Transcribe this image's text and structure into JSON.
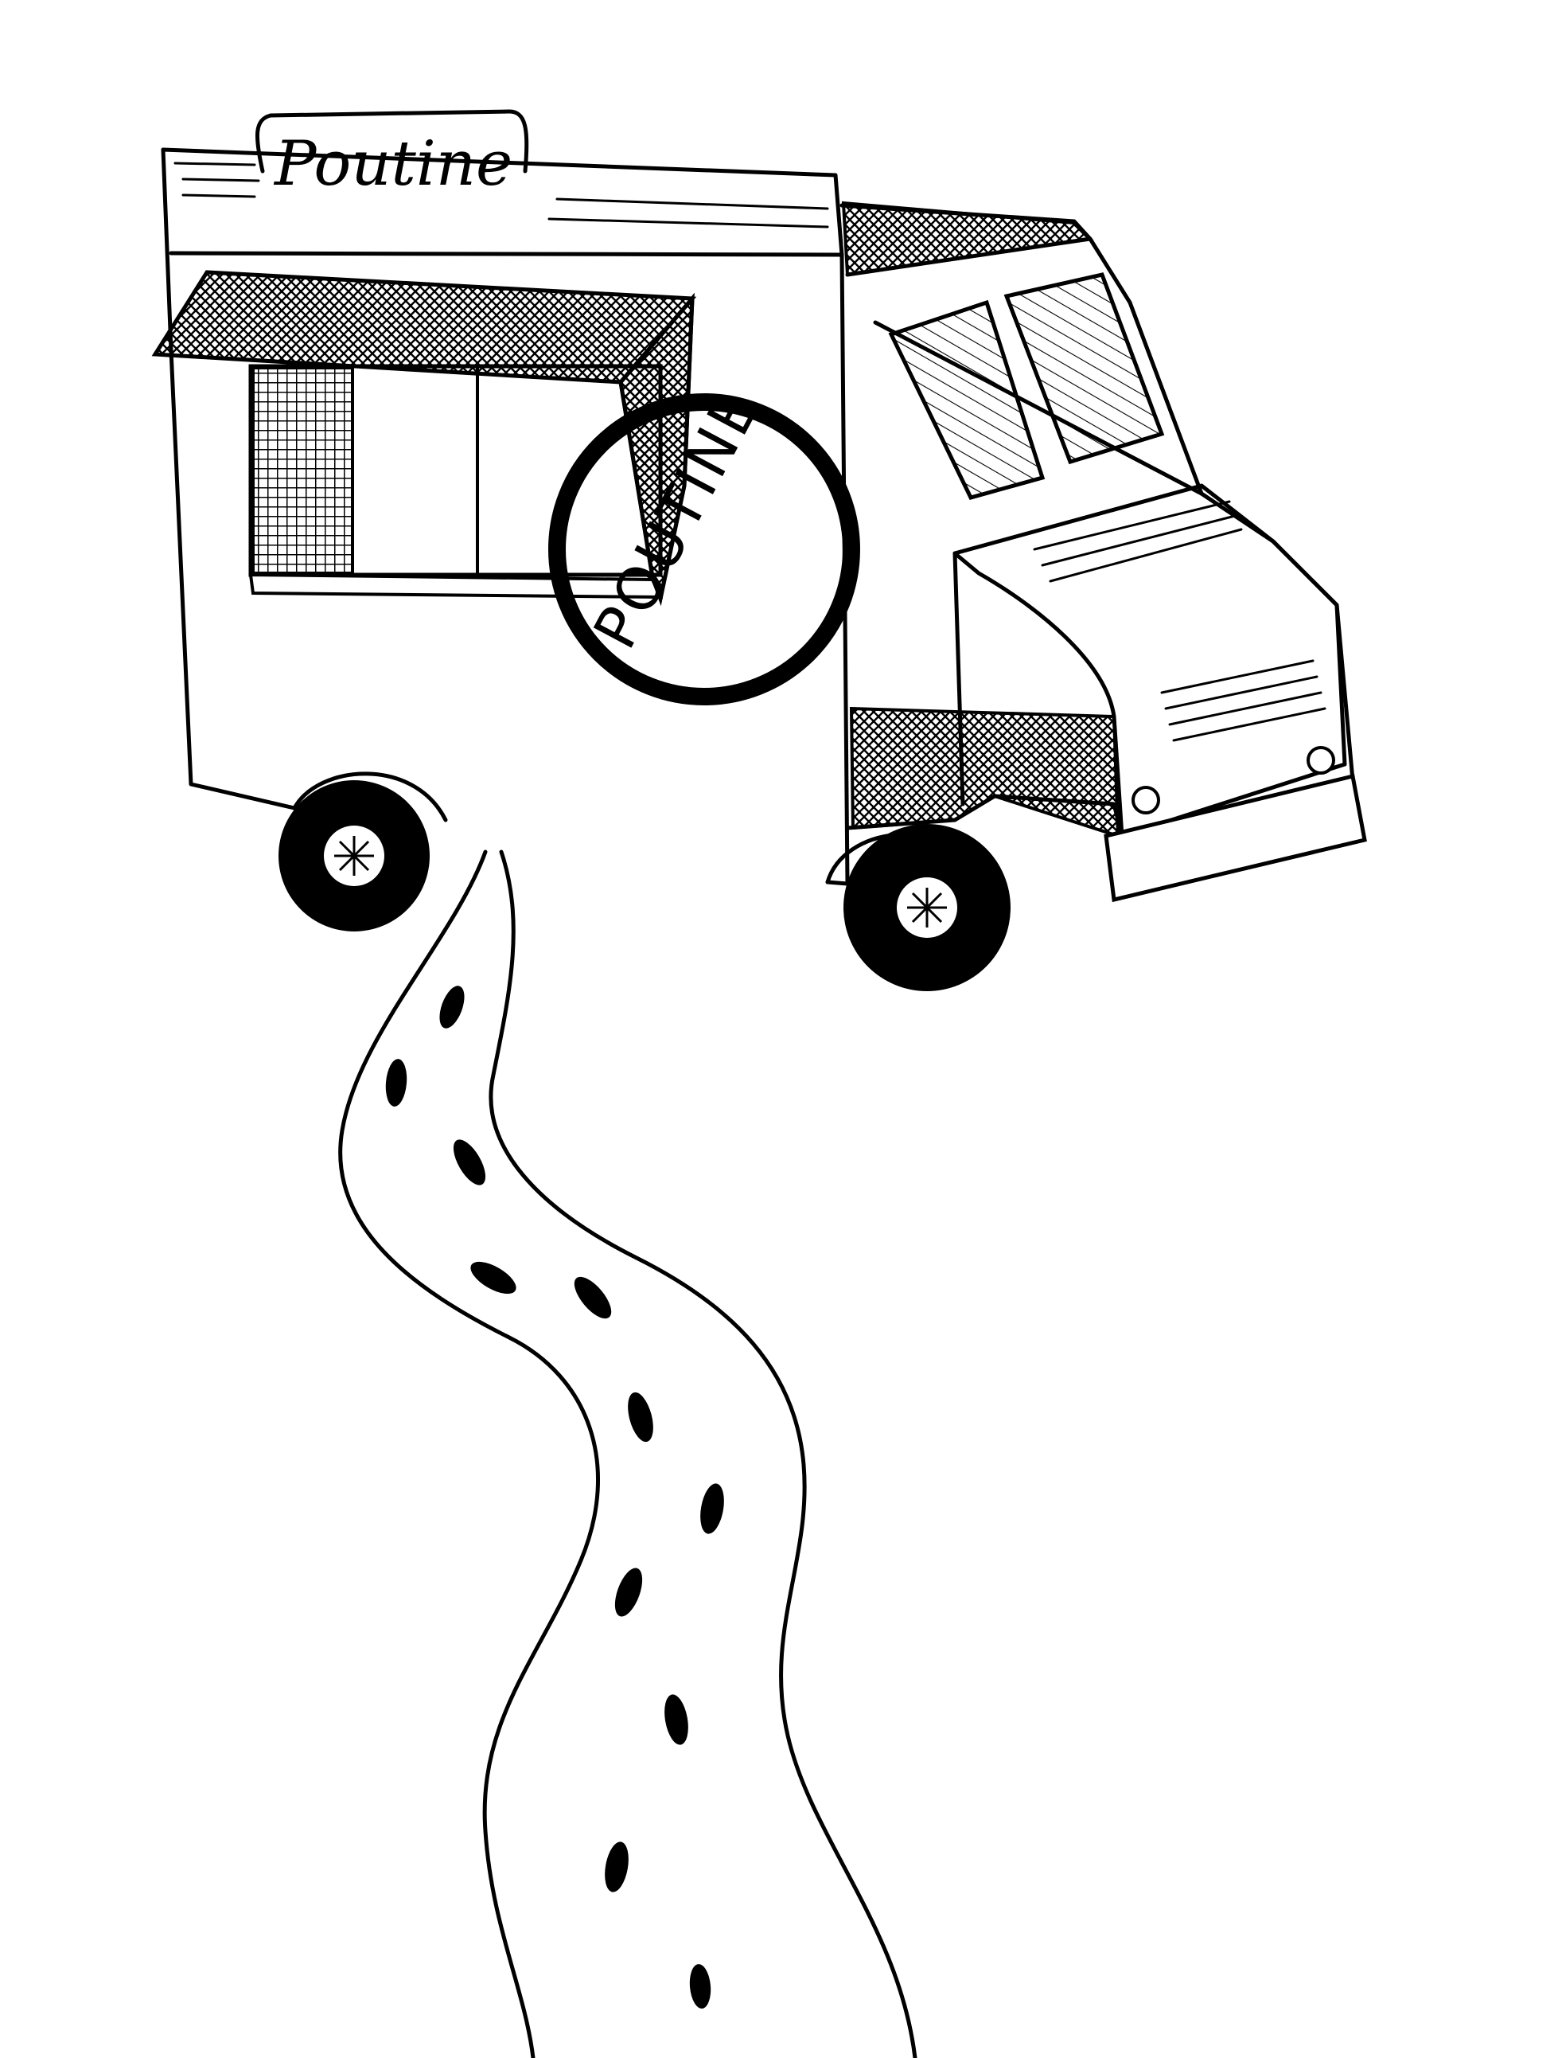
{
  "illustration": {
    "sign_text": "Poutine",
    "logo_text": "POUTINE",
    "ink_color": "#000000",
    "paper_color": "#ffffff",
    "subjects": [
      "food-truck",
      "winding-road"
    ]
  }
}
